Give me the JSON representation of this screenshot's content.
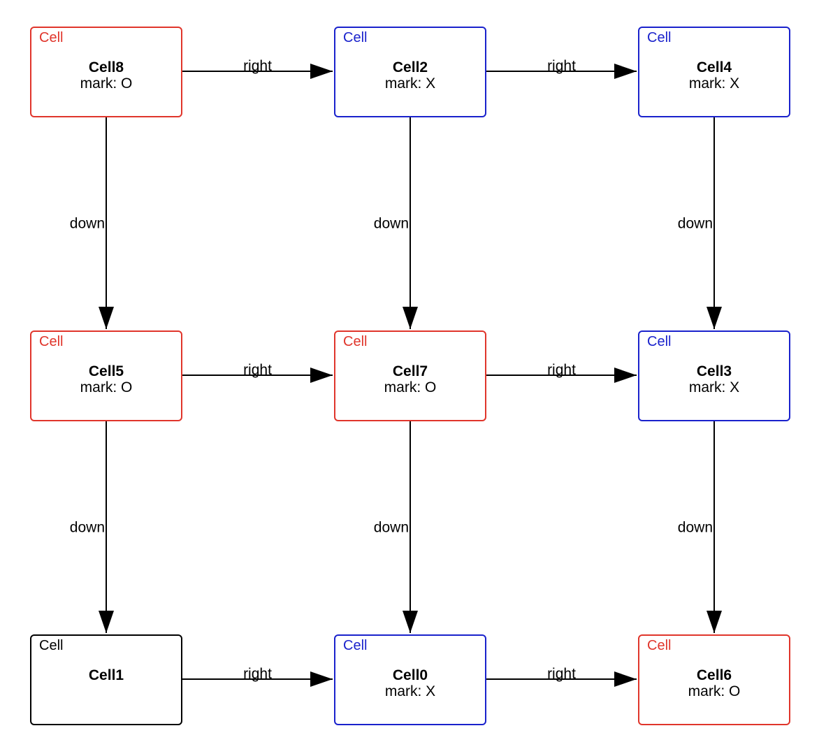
{
  "colors": {
    "mark_o": "#e0352b",
    "mark_x": "#1a22cc",
    "no_mark": "#000000",
    "edge": "#000000"
  },
  "nodes": [
    {
      "id": "cell8",
      "stereotype": "Cell",
      "name": "Cell8",
      "attr": "mark: O",
      "mark": "O"
    },
    {
      "id": "cell2",
      "stereotype": "Cell",
      "name": "Cell2",
      "attr": "mark: X",
      "mark": "X"
    },
    {
      "id": "cell4",
      "stereotype": "Cell",
      "name": "Cell4",
      "attr": "mark: X",
      "mark": "X"
    },
    {
      "id": "cell5",
      "stereotype": "Cell",
      "name": "Cell5",
      "attr": "mark: O",
      "mark": "O"
    },
    {
      "id": "cell7",
      "stereotype": "Cell",
      "name": "Cell7",
      "attr": "mark: O",
      "mark": "O"
    },
    {
      "id": "cell3",
      "stereotype": "Cell",
      "name": "Cell3",
      "attr": "mark: X",
      "mark": "X"
    },
    {
      "id": "cell1",
      "stereotype": "Cell",
      "name": "Cell1",
      "attr": "",
      "mark": ""
    },
    {
      "id": "cell0",
      "stereotype": "Cell",
      "name": "Cell0",
      "attr": "mark: X",
      "mark": "X"
    },
    {
      "id": "cell6",
      "stereotype": "Cell",
      "name": "Cell6",
      "attr": "mark: O",
      "mark": "O"
    }
  ],
  "edges": [
    {
      "from": "cell8",
      "to": "cell2",
      "label": "right"
    },
    {
      "from": "cell2",
      "to": "cell4",
      "label": "right"
    },
    {
      "from": "cell5",
      "to": "cell7",
      "label": "right"
    },
    {
      "from": "cell7",
      "to": "cell3",
      "label": "right"
    },
    {
      "from": "cell1",
      "to": "cell0",
      "label": "right"
    },
    {
      "from": "cell0",
      "to": "cell6",
      "label": "right"
    },
    {
      "from": "cell8",
      "to": "cell5",
      "label": "down"
    },
    {
      "from": "cell2",
      "to": "cell7",
      "label": "down"
    },
    {
      "from": "cell4",
      "to": "cell3",
      "label": "down"
    },
    {
      "from": "cell5",
      "to": "cell1",
      "label": "down"
    },
    {
      "from": "cell7",
      "to": "cell0",
      "label": "down"
    },
    {
      "from": "cell3",
      "to": "cell6",
      "label": "down"
    }
  ]
}
